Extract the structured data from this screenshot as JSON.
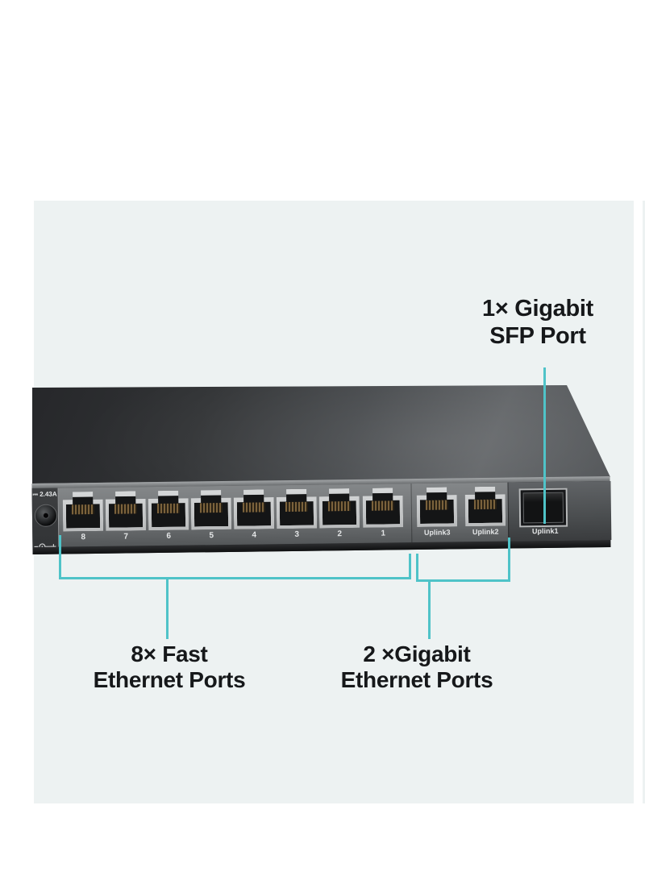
{
  "page": {
    "background": "#ffffff",
    "panel_background": "#edf2f2",
    "accent_teal": "#4fc3c8",
    "text_color": "#16181a"
  },
  "callouts": {
    "sfp": {
      "line1": "1× Gigabit",
      "line2": "SFP Port"
    },
    "fast": {
      "line1": "8× Fast",
      "line2": "Ethernet Ports"
    },
    "gigabit": {
      "line1": "2 ×Gigabit",
      "line2": "Ethernet Ports"
    }
  },
  "device": {
    "power_rating": "2.43A",
    "dc_icon_glyph": "⎓",
    "fast_port_labels": [
      "8",
      "7",
      "6",
      "5",
      "4",
      "3",
      "2",
      "1"
    ],
    "uplink_port_labels": [
      "Uplink3",
      "Uplink2"
    ],
    "sfp_port_label": "Uplink1"
  }
}
